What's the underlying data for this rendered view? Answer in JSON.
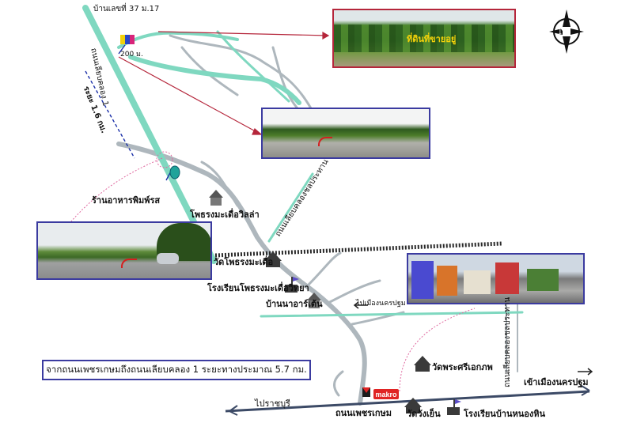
{
  "labels": {
    "house_no": "บ้านเลขที่ 37 ม.17",
    "distance_200": "200 ม.",
    "distance_16": "ระยะ 1.6 กม.",
    "road_klong1": "ถนนเลียบคลอง 1",
    "restaurant": "ร้านอาหารพิมพ์รส",
    "phrong_villa": "โพธรงมะเดื่อวิลล่า",
    "wat_phrong": "วัดโพธรงมะเดื่อ",
    "school_phrong": "โรงเรียนโพธรงมะเดื่อวิทยา",
    "ban_na": "บ้านนาอาร์เต้น",
    "to_nakhonpathom_1": "ไปเมืองนครปฐม",
    "klong_road_vert": "ถนนเลียบคลองชลประทาน",
    "klong_sri_vert": "ถนนเลียบคลองชลประทาน",
    "wat_phra_sri": "วัดพระศรีเอกภพ",
    "to_nakhonpathom_2": "เข้าเมืองนครปฐม",
    "to_ratchaburi": "ไปราชบุรี",
    "phet_kasem": "ถนนเพชรเกษม",
    "wat_rai_khing": "วัดวังเย็น",
    "school_nong_hin": "โรงเรียนบ้านหนองหิน",
    "photo_caption": "ที่ดินที่ขายอยู่"
  },
  "makro_text": "makro",
  "note": "จากถนนเพชรเกษมถึงถนนเลียบคลอง 1 ระยะทางประมาณ 5.7 กม.",
  "compass_letter": "N",
  "colors": {
    "road_green": "#7fd8c0",
    "road_grey": "#aeb7bd",
    "arrow_red": "#b5263b",
    "box_border": "#3b3ba0"
  }
}
